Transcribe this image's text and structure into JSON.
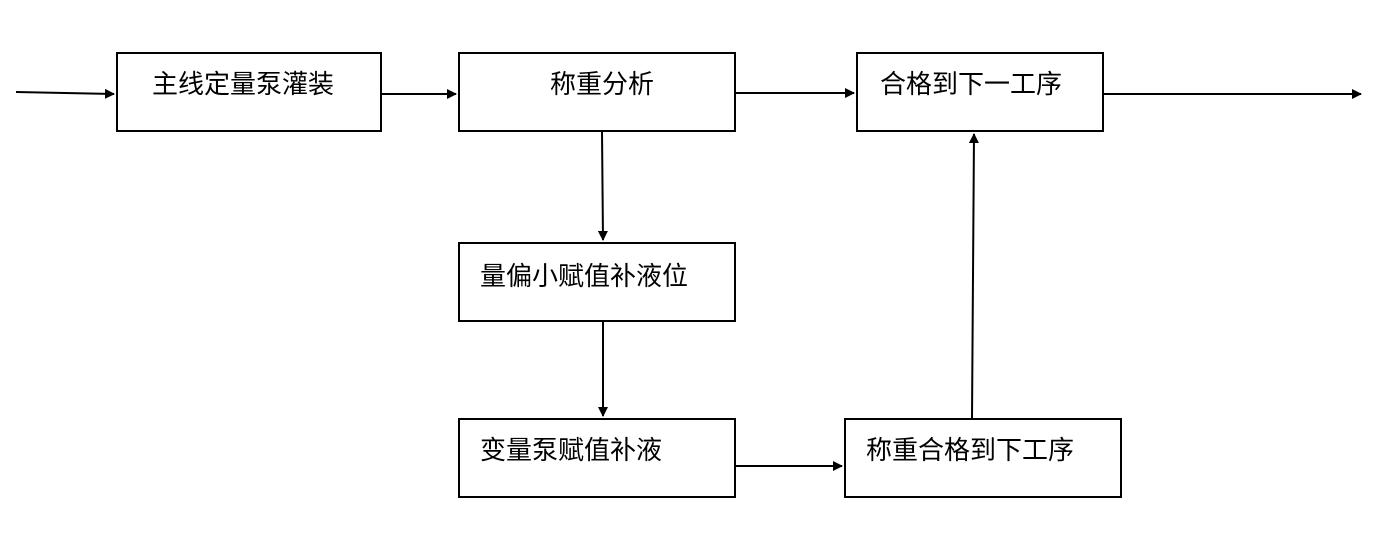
{
  "nodes": {
    "main_filling": "主线定量泵灌装",
    "weigh_analysis": "称重分析",
    "pass_next": "合格到下一工序",
    "under_weight": "量偏小赋值补液位",
    "variable_pump": "变量泵赋值补液",
    "reweigh_pass": "称重合格到下工序"
  },
  "colors": {
    "stroke": "#000000",
    "fill": "#ffffff",
    "text": "#000000"
  }
}
